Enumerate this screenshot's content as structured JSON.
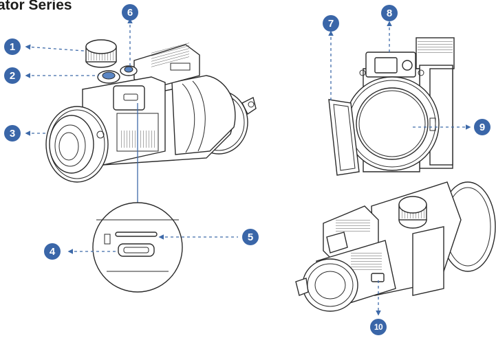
{
  "header": {
    "title": "ator Series"
  },
  "callouts": {
    "c1": "1",
    "c2": "2",
    "c3": "3",
    "c4": "4",
    "c5": "5",
    "c6": "6",
    "c7": "7",
    "c8": "8",
    "c9": "9",
    "c10": "10"
  },
  "colors": {
    "accent": "#3a66a8",
    "line": "#2a2a2a"
  }
}
